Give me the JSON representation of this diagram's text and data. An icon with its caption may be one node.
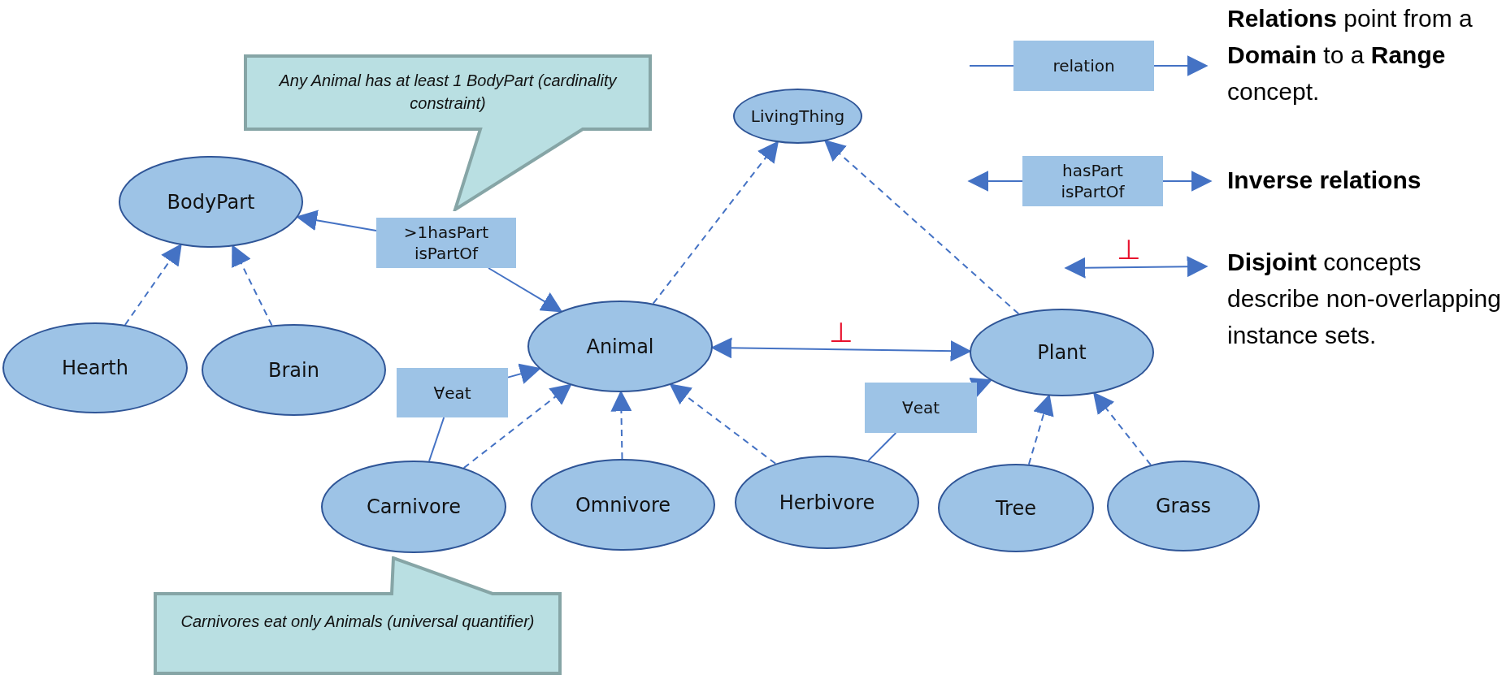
{
  "diagram": {
    "nodes": [
      {
        "text": [
          "Any Animal has at least 1 BodyPart (cardinality constraint)"
        ]
      },
      {
        "text": [
          "LivingThing"
        ]
      },
      {
        "text": [
          "BodyPart"
        ]
      },
      {
        "text": [
          ">1hasPart",
          "isPartOf"
        ]
      },
      {
        "text": [
          "relation"
        ]
      },
      {
        "text": [
          "hasPart",
          "isPartOf"
        ]
      },
      {
        "text": [
          "Animal"
        ]
      },
      {
        "text": [
          "Plant"
        ]
      },
      {
        "text": [
          "Hearth"
        ]
      },
      {
        "text": [
          "Brain"
        ]
      },
      {
        "text": [
          "∀eat"
        ]
      },
      {
        "text": [
          "∀eat"
        ]
      },
      {
        "text": [
          "Carnivore"
        ]
      },
      {
        "text": [
          "Omnivore"
        ]
      },
      {
        "text": [
          "Herbivore"
        ]
      },
      {
        "text": [
          "Tree"
        ]
      },
      {
        "text": [
          "Grass"
        ]
      },
      {
        "text": [
          "Carnivores eat only Animals (universal quantifier)"
        ]
      }
    ],
    "edges": [
      {
        "from": 6,
        "to": 1,
        "arrow": "to",
        "style": "dashed"
      },
      {
        "from": 7,
        "to": 1,
        "arrow": "to",
        "style": "dashed"
      },
      {
        "from": 3,
        "to": 2,
        "arrow": "to"
      },
      {
        "from": 3,
        "to": 6,
        "arrow": "to"
      },
      {
        "from": 8,
        "to": 2,
        "arrow": "to",
        "style": "dashed"
      },
      {
        "from": 9,
        "to": 2,
        "arrow": "to",
        "style": "dashed"
      },
      {
        "from": 12,
        "to": 10,
        "arrow": "none"
      },
      {
        "from": 10,
        "to": 6,
        "arrow": "to"
      },
      {
        "from": 12,
        "to": 6,
        "arrow": "to",
        "style": "dashed"
      },
      {
        "from": 13,
        "to": 6,
        "arrow": "to",
        "style": "dashed"
      },
      {
        "from": 14,
        "to": 6,
        "arrow": "to",
        "style": "dashed"
      },
      {
        "from": 6,
        "to": 7,
        "arrow": "both",
        "label": "⊥"
      },
      {
        "from": 14,
        "to": 11,
        "arrow": "none"
      },
      {
        "from": 11,
        "to": 7,
        "arrow": "to"
      },
      {
        "from": 15,
        "to": 7,
        "arrow": "to",
        "style": "dashed"
      },
      {
        "from": 16,
        "to": 7,
        "arrow": "to",
        "style": "dashed"
      },
      {
        "from": null,
        "to": 4,
        "arrow": "none"
      },
      {
        "from": 4,
        "to": null,
        "arrow": "to"
      },
      {
        "from": 5,
        "to": null,
        "arrow": "to"
      },
      {
        "from": 5,
        "to": null,
        "arrow": "to"
      }
    ],
    "labels": [
      "⊥"
    ],
    "legend": [
      {
        "text": "**Relations** point from a **Domain** to a **Range** concept."
      },
      {
        "text": "Inverse relations"
      },
      {
        "text": "**Disjoint** concepts describe non-overlapping instance sets."
      }
    ]
  }
}
